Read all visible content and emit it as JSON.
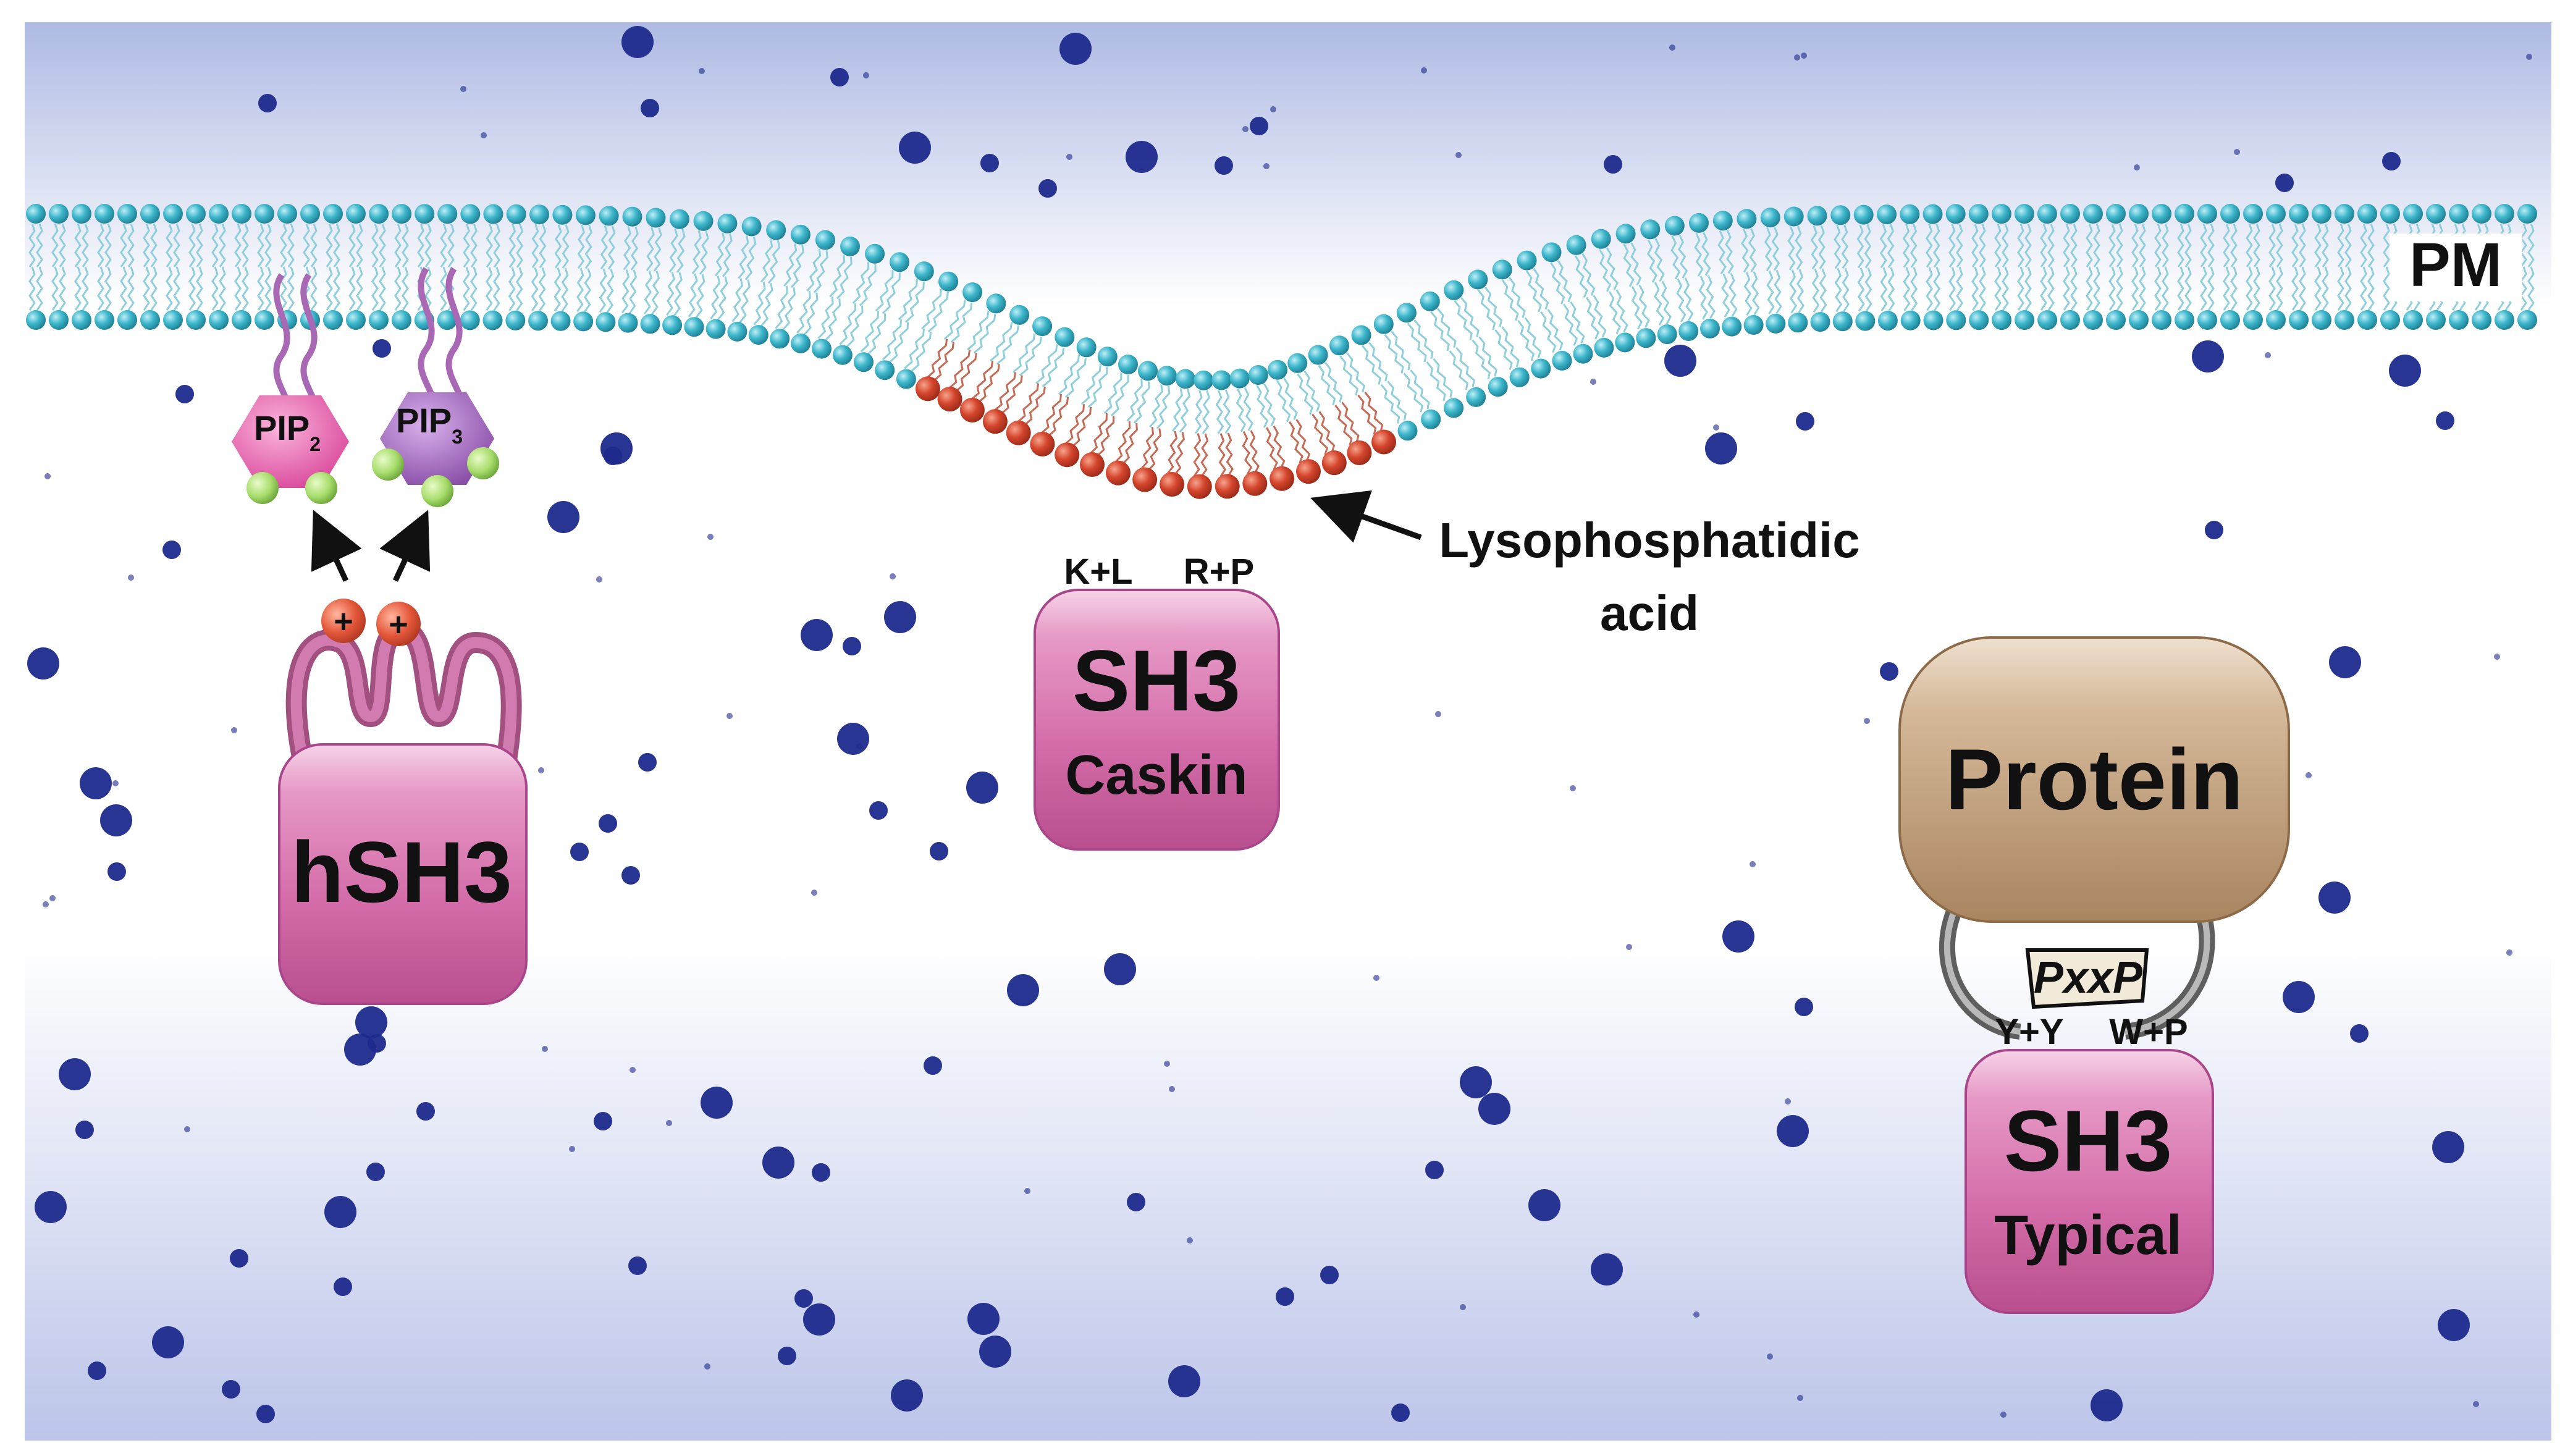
{
  "membrane": {
    "label": "PM"
  },
  "lipids": {
    "pip2": {
      "base": "PIP",
      "sub": "2"
    },
    "pip3": {
      "base": "PIP",
      "sub": "3"
    },
    "plus_sign": "+"
  },
  "hsh3": {
    "label": "hSH3"
  },
  "caskin": {
    "title": "SH3",
    "subtitle": "Caskin",
    "left_pair": "K+L",
    "right_pair": "R+P"
  },
  "lpa": {
    "line1": "Lysophosphatidic",
    "line2": "acid"
  },
  "typical": {
    "protein_label": "Protein",
    "motif": "PxxP",
    "title": "SH3",
    "subtitle": "Typical",
    "left_pair": "Y+Y",
    "right_pair": "W+P"
  },
  "colors": {
    "background_top": "#b9c3e6",
    "background_mid": "#ffffff",
    "background_bottom": "#c3cbea",
    "headgroup": "#3ab4c9",
    "lpa_headgroup": "#d2472f",
    "sh3_domain": "#d26ba8",
    "protein": "#c2a07f",
    "pip2": "#e25aa8",
    "pip3": "#9b63b3",
    "phosphate": "#a6dc6a",
    "dots": "#1e2a8c"
  }
}
